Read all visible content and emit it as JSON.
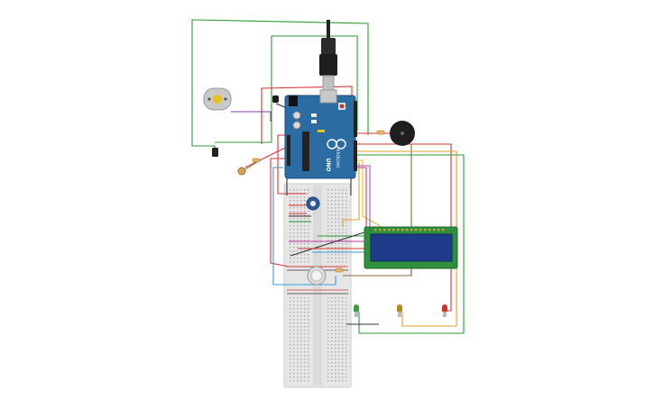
{
  "board": {
    "label": "UNO",
    "brand": "ARDUINO",
    "chip_label": ""
  },
  "colors": {
    "background": "#ffffff",
    "board": "#2b6ca3",
    "breadboard": "#e6e6e6",
    "wire_green": "#2e9a3a",
    "wire_red": "#d93636",
    "wire_orange": "#e3a02b",
    "wire_yellow": "#e9c21e",
    "wire_black": "#333333",
    "wire_purple": "#9b59b6",
    "wire_blue": "#3a9ad9",
    "wire_brown": "#8b6b3d",
    "lcd_frame": "#2f8f3c",
    "lcd_screen": "#1f3c8a"
  },
  "components": [
    {
      "name": "arduino-uno",
      "type": "microcontroller"
    },
    {
      "name": "breadboard",
      "type": "breadboard"
    },
    {
      "name": "dc-motor",
      "type": "motor"
    },
    {
      "name": "piezo-buzzer",
      "type": "buzzer"
    },
    {
      "name": "lcd-16x2",
      "type": "display"
    },
    {
      "name": "potentiometer",
      "type": "potentiometer"
    },
    {
      "name": "temperature-sensor",
      "type": "sensor"
    },
    {
      "name": "photoresistor",
      "type": "sensor"
    },
    {
      "name": "pushbutton",
      "type": "button"
    },
    {
      "name": "led-green",
      "type": "led",
      "color": "#3aa13a"
    },
    {
      "name": "led-yellow",
      "type": "led",
      "color": "#b58a1e"
    },
    {
      "name": "led-red",
      "type": "led",
      "color": "#c0392b"
    }
  ]
}
